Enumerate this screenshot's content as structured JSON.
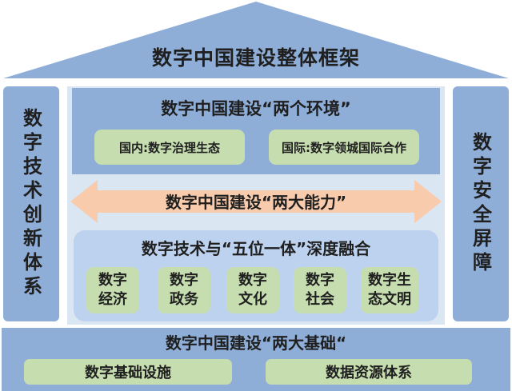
{
  "roof": {
    "title": "数字中国建设整体框架"
  },
  "left_pillar": {
    "label": "数字技术创新体系"
  },
  "right_pillar": {
    "label": "数字安全屏障"
  },
  "environments": {
    "title": "数字中国建设“两个环境”",
    "items": [
      "国内:数字治理生态",
      "国际:数字领城国际合作"
    ]
  },
  "capabilities": {
    "label": "数字中国建设“两大能力”"
  },
  "fusion": {
    "title": "数字技术与“五位一体”深度融合",
    "items": [
      "数字\n经济",
      "数字\n政务",
      "数字\n文化",
      "数字\n社会",
      "数字生\n态文明"
    ]
  },
  "foundations": {
    "title": "数字中国建设“两大基础“",
    "items": [
      "数字基础设施",
      "数据资源体系"
    ]
  },
  "colors": {
    "blue": "#8eaed8",
    "light_blue": "#dbe6f3",
    "green": "#c6ddb0",
    "arrow": "#f8cbad"
  }
}
